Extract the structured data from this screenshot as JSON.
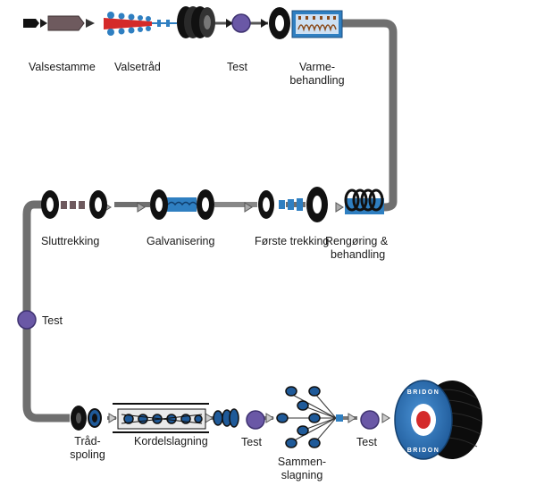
{
  "stages": {
    "valsestamme": "Valsestamme",
    "valsetrad": "Valsetråd",
    "test_1": "Test",
    "varmebehandling_1": "Varme-",
    "varmebehandling_2": "behandling",
    "rengoring_1": "Rengøring &",
    "rengoring_2": "behandling",
    "forste_trekking": "Første trekking",
    "galvanisering": "Galvanisering",
    "sluttrekking": "Sluttrekking",
    "test_2": "Test",
    "tradspoling_1": "Tråd-",
    "tradspoling_2": "spoling",
    "kordelslagning": "Kordelslagning",
    "test_3": "Test",
    "sammenslagning_1": "Sammen-",
    "sammenslagning_2": "slagning",
    "test_4": "Test"
  },
  "logo": {
    "brand_text": "BRIDON"
  },
  "colors": {
    "conveyor": "#7a7a7a",
    "test_node": "#6a58a6",
    "accent_red": "#d42a2a",
    "accent_blue": "#2f7fc1",
    "reel_blue": "#2f74b8",
    "billet": "#6e5a5e",
    "dark": "#1a1a1a"
  }
}
